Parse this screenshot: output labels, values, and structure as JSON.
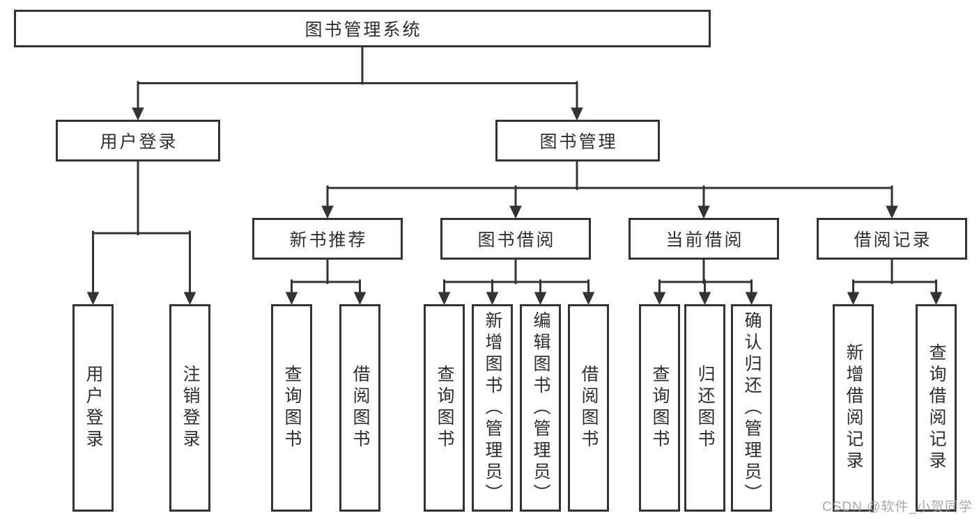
{
  "diagram": {
    "root": {
      "label": "图书管理系统"
    },
    "branches": [
      {
        "label": "用户登录",
        "children": [
          {
            "label": "用户登录"
          },
          {
            "label": "注销登录"
          }
        ]
      },
      {
        "label": "图书管理",
        "children": [
          {
            "label": "新书推荐",
            "children": [
              {
                "label": "查询图书"
              },
              {
                "label": "借阅图书"
              }
            ]
          },
          {
            "label": "图书借阅",
            "children": [
              {
                "label": "查询图书"
              },
              {
                "label": "新增图书（管理员）"
              },
              {
                "label": "编辑图书（管理员）"
              },
              {
                "label": "借阅图书"
              }
            ]
          },
          {
            "label": "当前借阅",
            "children": [
              {
                "label": "查询图书"
              },
              {
                "label": "归还图书"
              },
              {
                "label": "确认归还（管理员）"
              }
            ]
          },
          {
            "label": "借阅记录",
            "children": [
              {
                "label": "新增借阅记录"
              },
              {
                "label": "查询借阅记录"
              }
            ]
          }
        ]
      }
    ]
  },
  "watermark": {
    "text": "CSDN @软件_小贺同学"
  },
  "colors": {
    "line": "#333333",
    "box_border": "#333333",
    "box_background": "#ffffff",
    "text": "#2e2e2e",
    "watermark": "#9fa3a8",
    "background": "#ffffff"
  }
}
